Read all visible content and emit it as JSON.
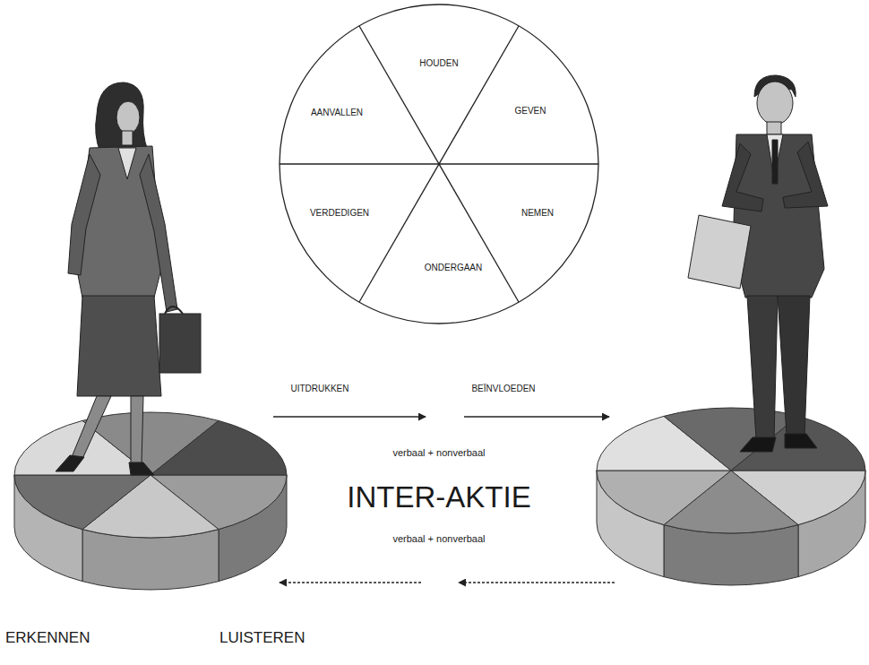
{
  "diagram": {
    "labels": [
      "HOUDEN",
      "GEVEN",
      "NEMEN",
      "ONDERGAAN",
      "VERDEDIGEN",
      "AANVALLEN",
      "UITDRUKKEN",
      "BEÏNVLOEDEN",
      "verbaal + nonverbaal",
      "INTER-AKTIE",
      "verbaal + nonverbaal",
      "ERKENNEN",
      "LUISTEREN"
    ]
  }
}
